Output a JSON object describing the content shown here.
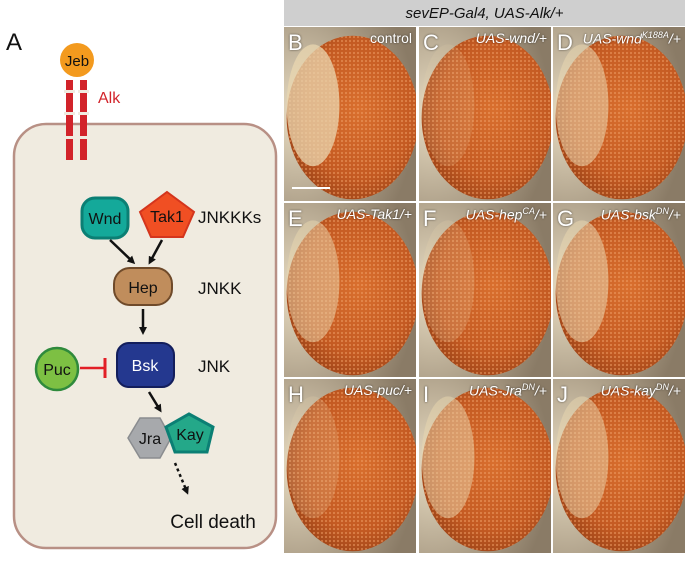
{
  "panel_a": {
    "letter": "A",
    "receptor_ligand": "Jeb",
    "receptor": "Alk",
    "wnd": "Wnd",
    "tak1": "Tak1",
    "tier1_label": "JNKKKs",
    "hep": "Hep",
    "tier2_label": "JNKK",
    "bsk": "Bsk",
    "puc": "Puc",
    "tier3_label": "JNK",
    "jra": "Jra",
    "kay": "Kay",
    "outcome": "Cell death",
    "colors": {
      "cell_fill": "#f0ebe0",
      "cell_border": "#b89085",
      "jeb": "#f39a1e",
      "alk": "#d2232a",
      "wnd_fill": "#14a99a",
      "wnd_border": "#0b7f74",
      "tak1": "#f04f23",
      "hep": "#c08d5c",
      "bsk": "#24388f",
      "puc": "#7dc043",
      "inhibit": "#e21f26",
      "jra": "#a7a9ac",
      "kay": "#24a889"
    }
  },
  "banner": "sevEP-Gal4, UAS-Alk/+",
  "panels": [
    {
      "letter": "B",
      "label": "control",
      "italic": false,
      "sup": "",
      "suffix": ""
    },
    {
      "letter": "C",
      "label": "UAS-wnd",
      "italic": true,
      "sup": "",
      "suffix": "/+"
    },
    {
      "letter": "D",
      "label": "UAS-wnd",
      "italic": true,
      "sup": "K188A",
      "suffix": "/+"
    },
    {
      "letter": "E",
      "label": "UAS-Tak1",
      "italic": true,
      "sup": "",
      "suffix": "/+"
    },
    {
      "letter": "F",
      "label": "UAS-hep",
      "italic": true,
      "sup": "CA",
      "suffix": "/+"
    },
    {
      "letter": "G",
      "label": "UAS-bsk",
      "italic": true,
      "sup": "DN",
      "suffix": "/+"
    },
    {
      "letter": "H",
      "label": "UAS-puc",
      "italic": true,
      "sup": "",
      "suffix": "/+"
    },
    {
      "letter": "I",
      "label": "UAS-Jra",
      "italic": true,
      "sup": "DN",
      "suffix": "/+"
    },
    {
      "letter": "J",
      "label": "UAS-kay",
      "italic": true,
      "sup": "DN",
      "suffix": "/+"
    }
  ]
}
